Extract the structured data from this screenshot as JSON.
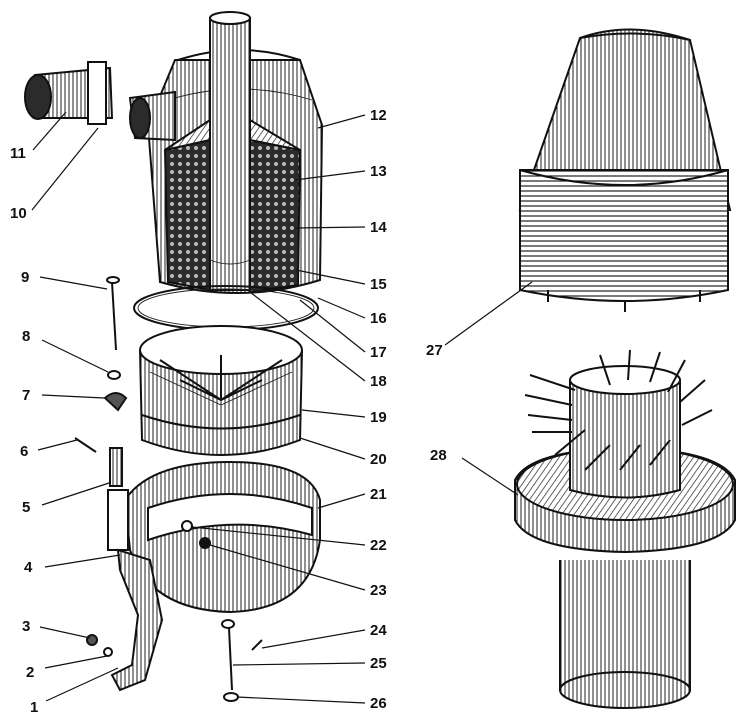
{
  "figure": {
    "labels": [
      "1",
      "2",
      "3",
      "4",
      "5",
      "6",
      "7",
      "8",
      "9",
      "10",
      "11",
      "12",
      "13",
      "14",
      "15",
      "16",
      "17",
      "18",
      "19",
      "20",
      "21",
      "22",
      "23",
      "24",
      "25",
      "26",
      "27",
      "28"
    ]
  },
  "colors": {
    "ink": "#111111",
    "paper": "#ffffff",
    "shade": "#7a7a7a",
    "dark": "#2b2b2b"
  }
}
